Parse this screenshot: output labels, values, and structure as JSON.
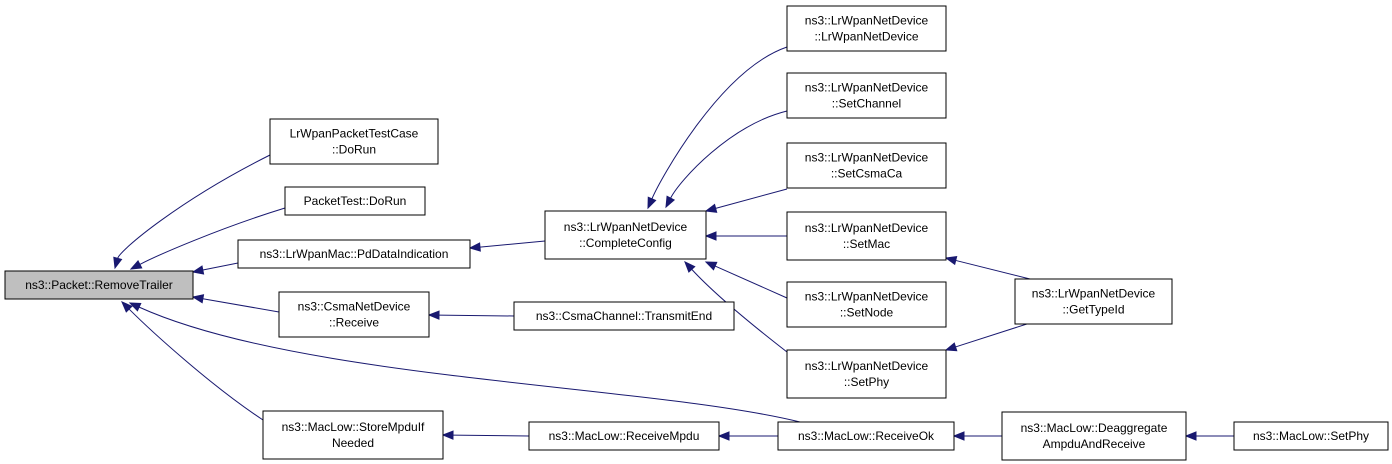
{
  "graph": {
    "root": "remove_trailer",
    "colors": {
      "edge": "#191970",
      "root_fill": "#bfbfbf",
      "node_fill": "#ffffff",
      "border": "#000000"
    },
    "nodes": [
      {
        "id": "remove_trailer",
        "lines": [
          "ns3::Packet::RemoveTrailer"
        ]
      },
      {
        "id": "lrwpan_packet_test",
        "lines": [
          "LrWpanPacketTestCase",
          "::DoRun"
        ]
      },
      {
        "id": "packet_test",
        "lines": [
          "PacketTest::DoRun"
        ]
      },
      {
        "id": "pd_data_indication",
        "lines": [
          "ns3::LrWpanMac::PdDataIndication"
        ]
      },
      {
        "id": "csma_receive",
        "lines": [
          "ns3::CsmaNetDevice",
          "::Receive"
        ]
      },
      {
        "id": "store_mpdu",
        "lines": [
          "ns3::MacLow::StoreMpduIf",
          "Needed"
        ]
      },
      {
        "id": "complete_config",
        "lines": [
          "ns3::LrWpanNetDevice",
          "::CompleteConfig"
        ]
      },
      {
        "id": "transmit_end",
        "lines": [
          "ns3::CsmaChannel::TransmitEnd"
        ]
      },
      {
        "id": "receive_mpdu",
        "lines": [
          "ns3::MacLow::ReceiveMpdu"
        ]
      },
      {
        "id": "ctor",
        "lines": [
          "ns3::LrWpanNetDevice",
          "::LrWpanNetDevice"
        ]
      },
      {
        "id": "set_channel",
        "lines": [
          "ns3::LrWpanNetDevice",
          "::SetChannel"
        ]
      },
      {
        "id": "set_csmaca",
        "lines": [
          "ns3::LrWpanNetDevice",
          "::SetCsmaCa"
        ]
      },
      {
        "id": "set_mac",
        "lines": [
          "ns3::LrWpanNetDevice",
          "::SetMac"
        ]
      },
      {
        "id": "set_node",
        "lines": [
          "ns3::LrWpanNetDevice",
          "::SetNode"
        ]
      },
      {
        "id": "set_phy",
        "lines": [
          "ns3::LrWpanNetDevice",
          "::SetPhy"
        ]
      },
      {
        "id": "receive_ok",
        "lines": [
          "ns3::MacLow::ReceiveOk"
        ]
      },
      {
        "id": "get_type_id",
        "lines": [
          "ns3::LrWpanNetDevice",
          "::GetTypeId"
        ]
      },
      {
        "id": "deaggregate",
        "lines": [
          "ns3::MacLow::Deaggregate",
          "AmpduAndReceive"
        ]
      },
      {
        "id": "mac_set_phy",
        "lines": [
          "ns3::MacLow::SetPhy"
        ]
      }
    ],
    "edges": [
      {
        "from": "lrwpan_packet_test",
        "to": "remove_trailer"
      },
      {
        "from": "packet_test",
        "to": "remove_trailer"
      },
      {
        "from": "pd_data_indication",
        "to": "remove_trailer"
      },
      {
        "from": "csma_receive",
        "to": "remove_trailer"
      },
      {
        "from": "store_mpdu",
        "to": "remove_trailer"
      },
      {
        "from": "receive_ok",
        "to": "remove_trailer"
      },
      {
        "from": "complete_config",
        "to": "pd_data_indication"
      },
      {
        "from": "transmit_end",
        "to": "csma_receive"
      },
      {
        "from": "receive_mpdu",
        "to": "store_mpdu"
      },
      {
        "from": "ctor",
        "to": "complete_config"
      },
      {
        "from": "set_channel",
        "to": "complete_config"
      },
      {
        "from": "set_csmaca",
        "to": "complete_config"
      },
      {
        "from": "set_mac",
        "to": "complete_config"
      },
      {
        "from": "set_node",
        "to": "complete_config"
      },
      {
        "from": "set_phy",
        "to": "complete_config"
      },
      {
        "from": "receive_ok",
        "to": "receive_mpdu"
      },
      {
        "from": "get_type_id",
        "to": "set_mac"
      },
      {
        "from": "get_type_id",
        "to": "set_phy"
      },
      {
        "from": "deaggregate",
        "to": "receive_ok"
      },
      {
        "from": "mac_set_phy",
        "to": "deaggregate"
      }
    ]
  }
}
